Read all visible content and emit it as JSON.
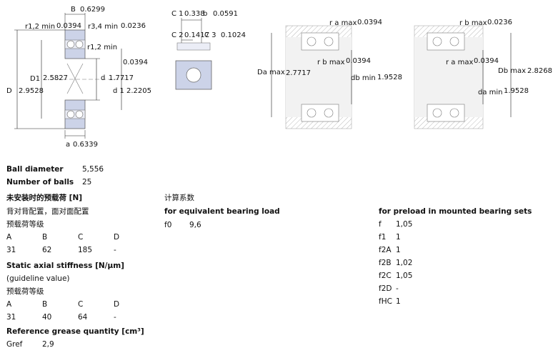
{
  "drawing_labels": {
    "B": "B",
    "B_val": "0.6299",
    "r12min": "r1,2 min",
    "r12min_val": "0.0394",
    "r34min": "r3,4 min",
    "r34min_val": "0.0236",
    "r12min_b": "r1,2 min",
    "r12min_b_val": "0.0394",
    "D1": "D1",
    "D1_val": "2.5827",
    "d": "d",
    "d_val": "1.7717",
    "D": "D",
    "D_val": "2.9528",
    "d1": "d 1",
    "d1_val": "2.2205",
    "a": "a",
    "a_val": "0.6339",
    "C1": "C 1",
    "C1_val": "0.338",
    "C1_b": "b",
    "C1_b_val": "0.0591",
    "C2": "C 2",
    "C2_val": "0.1417",
    "C3": "C 3",
    "C3_val": "0.1024",
    "ramax": "r a max",
    "ramax_val": "0.0394",
    "Damax": "Da max",
    "Damax_val": "2.7717",
    "rbmax": "r b max",
    "rbmax_val": "0.0394",
    "dbmin": "db min",
    "dbmin_val": "1.9528",
    "rbmax2": "r b max",
    "rbmax2_val": "0.0236",
    "ramax2": "r a max",
    "ramax2_val": "0.0394",
    "Dbmax": "Db max",
    "Dbmax_val": "2.8268",
    "damin": "da min",
    "damin_val": "1.9528"
  },
  "specs": {
    "ball_diameter_label": "Ball diameter",
    "ball_diameter_val": "5,556",
    "num_balls_label": "Number of balls",
    "num_balls_val": "25",
    "preload_title": "未安装时的预载荷 [N]",
    "preload_sub": "背对背配置，面对面配置",
    "preload_class": "预载荷等级",
    "preload_headers": [
      "A",
      "B",
      "C",
      "D"
    ],
    "preload_values": [
      "31",
      "62",
      "185",
      "-"
    ],
    "stiffness_title": "Static axial stiffness [N/µm]",
    "stiffness_sub": "(guideline value)",
    "stiffness_class": "预载荷等级",
    "stiffness_headers": [
      "A",
      "B",
      "C",
      "D"
    ],
    "stiffness_values": [
      "31",
      "40",
      "64",
      "-"
    ],
    "grease_title": "Reference grease quantity [cm³]",
    "grease_label": "Gref",
    "grease_val": "2,9"
  },
  "calc": {
    "title": "计算系数",
    "equiv_title": "for equivalent bearing load",
    "f0_label": "f0",
    "f0_val": "9,6",
    "preload_title": "for preload in mounted bearing sets",
    "factors": [
      {
        "label": "f",
        "val": "1,05"
      },
      {
        "label": "f1",
        "val": "1"
      },
      {
        "label": "f2A",
        "val": "1"
      },
      {
        "label": "f2B",
        "val": "1,02"
      },
      {
        "label": "f2C",
        "val": "1,05"
      },
      {
        "label": "f2D",
        "val": "-"
      },
      {
        "label": "fHC",
        "val": "1"
      }
    ]
  }
}
